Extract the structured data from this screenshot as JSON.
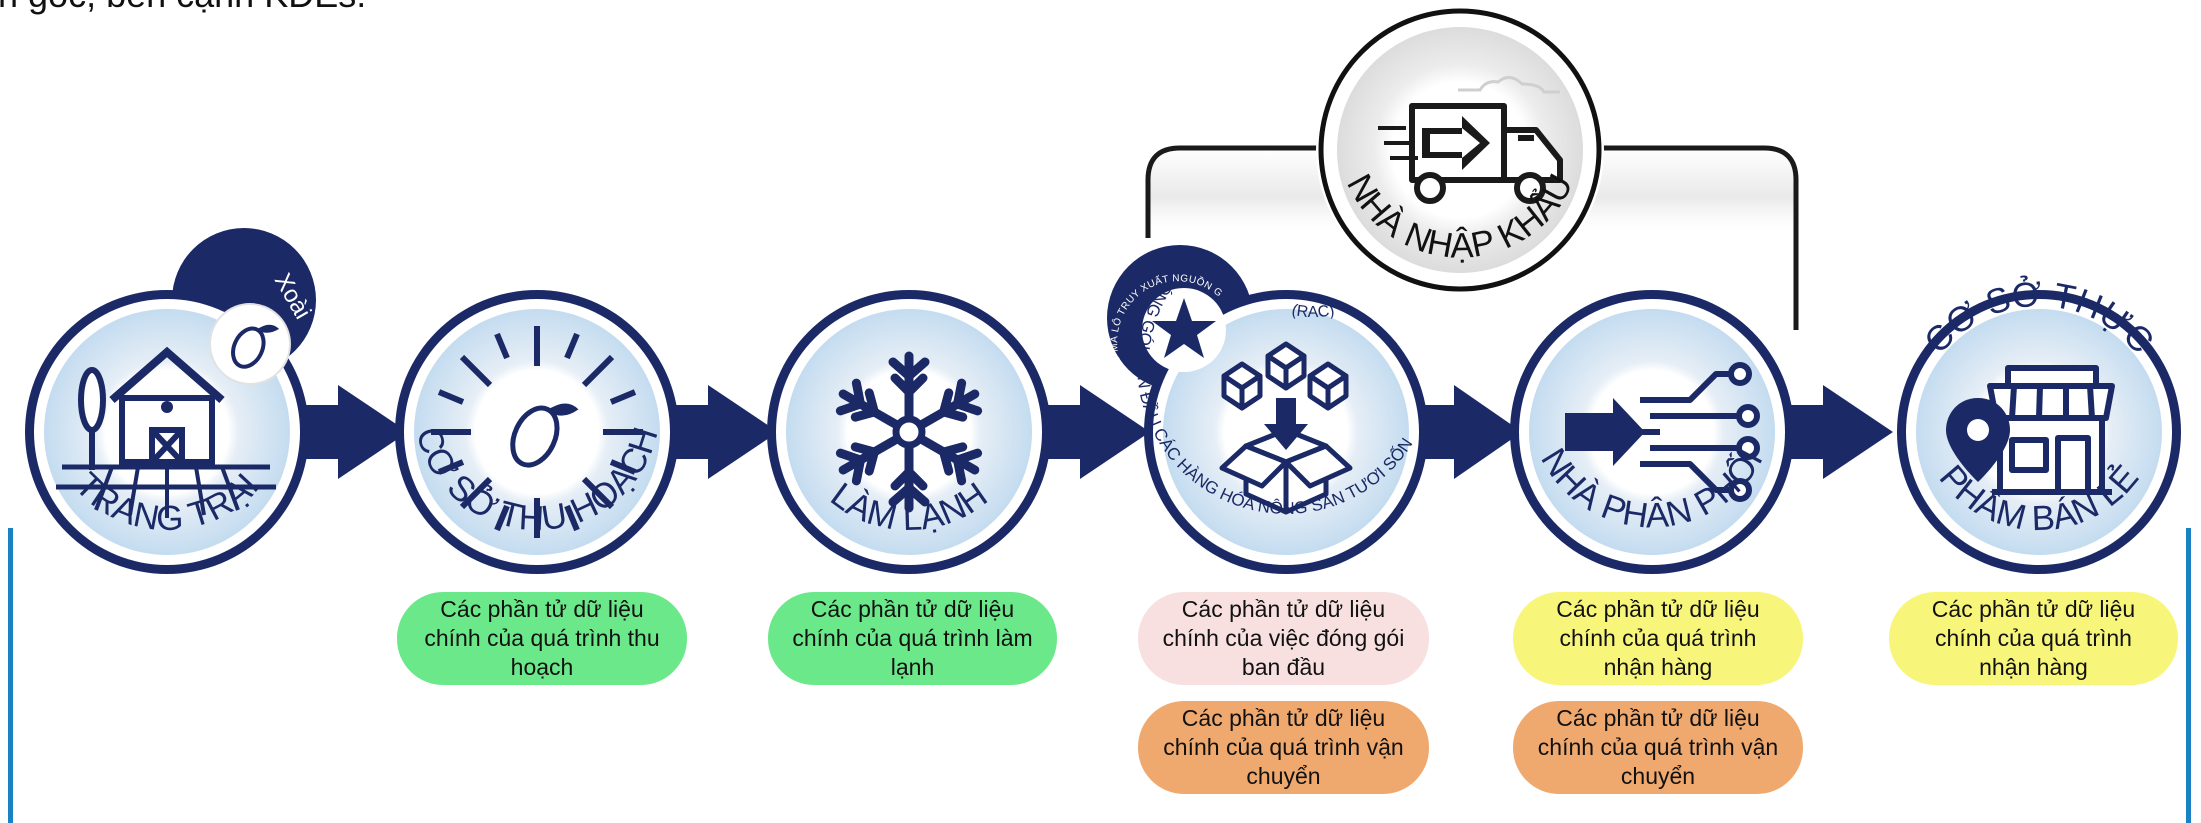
{
  "intro_text": "n gốc, bên cạnh KDEs.",
  "colors": {
    "navy": "#1b2a66",
    "light_blue": "#cfe3f3",
    "pill_green": "#6be98a",
    "pill_pink": "#f7e0df",
    "pill_orange": "#efa96f",
    "pill_yellow": "#f8f67a",
    "side_line": "#1a82c4"
  },
  "stages": [
    {
      "label": "TRANG TRẠI",
      "icon": "farm-barn-icon",
      "badge": "Xoài"
    },
    {
      "label": "CƠ SỞ THU HOẠCH",
      "icon": "mango-sun-icon"
    },
    {
      "label": "LÀM LẠNH",
      "icon": "snowflake-icon"
    },
    {
      "label": "ĐÓNG GÓI BAN ĐẦU CÁC HÀNG HÓA NÔNG SẢN TƯƠI SỐNG",
      "label_suffix": "(RAC)",
      "icon": "box-packing-icon",
      "badge_text": "BẮT TẠO MÃ LÔ TRUY XUẤT NGUỒN GỐC",
      "badge_icon": "star-icon"
    },
    {
      "label": "NHÀ PHÂN PHỐI",
      "icon": "distribution-icon"
    },
    {
      "label": "CƠ SỞ THỰC PHẨM BÁN LẺ",
      "label_top": "CƠ SỞ THỰC",
      "label_bottom": "PHẨM BÁN LẺ",
      "icon": "store-icon"
    }
  ],
  "importer": {
    "label": "NHÀ NHẬP KHẨU",
    "icon": "truck-icon"
  },
  "pills": {
    "harvest": "Các phần tử dữ liệu chính của quá trình thu hoạch",
    "cooling": "Các phần tử dữ liệu chính của quá trình làm lạnh",
    "packing": "Các phần tử dữ liệu chính của việc đóng gói ban đầu",
    "packing_ship": "Các phần tử dữ liệu chính của quá trình vận chuyển",
    "dist_receive": "Các phần tử dữ liệu chính của quá trình nhận hàng",
    "dist_ship": "Các phần tử dữ liệu chính của quá trình vận chuyển",
    "retail_receive": "Các phần tử dữ liệu chính của quá trình nhận hàng"
  }
}
